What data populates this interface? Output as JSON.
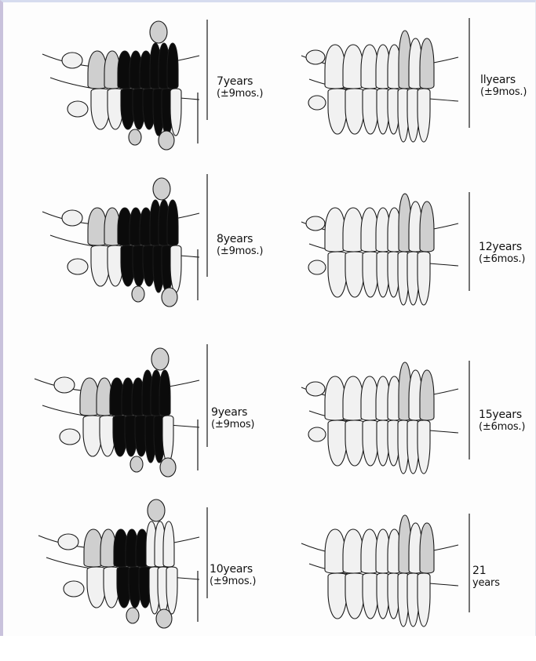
{
  "figure": {
    "panels": [
      {
        "id": "7",
        "age": "7years",
        "range": "(±9mos.)",
        "stage": "mixed",
        "hidden_teeth": 9
      },
      {
        "id": "11",
        "age": "llyears",
        "range": "(±9mos.)",
        "stage": "permanent-erupting",
        "hidden_teeth": 0
      },
      {
        "id": "8",
        "age": "8years",
        "range": "(±9mos.)",
        "stage": "mixed",
        "hidden_teeth": 8
      },
      {
        "id": "12",
        "age": "12years",
        "range": "(±6mos.)",
        "stage": "permanent",
        "hidden_teeth": 0
      },
      {
        "id": "9",
        "age": "9years",
        "range": "(±9mos)",
        "stage": "mixed",
        "hidden_teeth": 6
      },
      {
        "id": "15",
        "age": "15years",
        "range": "(±6mos.)",
        "stage": "permanent",
        "hidden_teeth": 0
      },
      {
        "id": "10",
        "age": "10years",
        "range": "(±9mos.)",
        "stage": "mixed",
        "hidden_teeth": 3
      },
      {
        "id": "21",
        "age": "21",
        "range": "years",
        "stage": "adult",
        "hidden_teeth": 0
      }
    ],
    "colors": {
      "deciduous": "#cfcfcf",
      "permanent": "#f1f1f1",
      "erupting": "#e2e2e2",
      "resorbing": "#0b0b0b",
      "outline": "#1a1a1a"
    }
  }
}
